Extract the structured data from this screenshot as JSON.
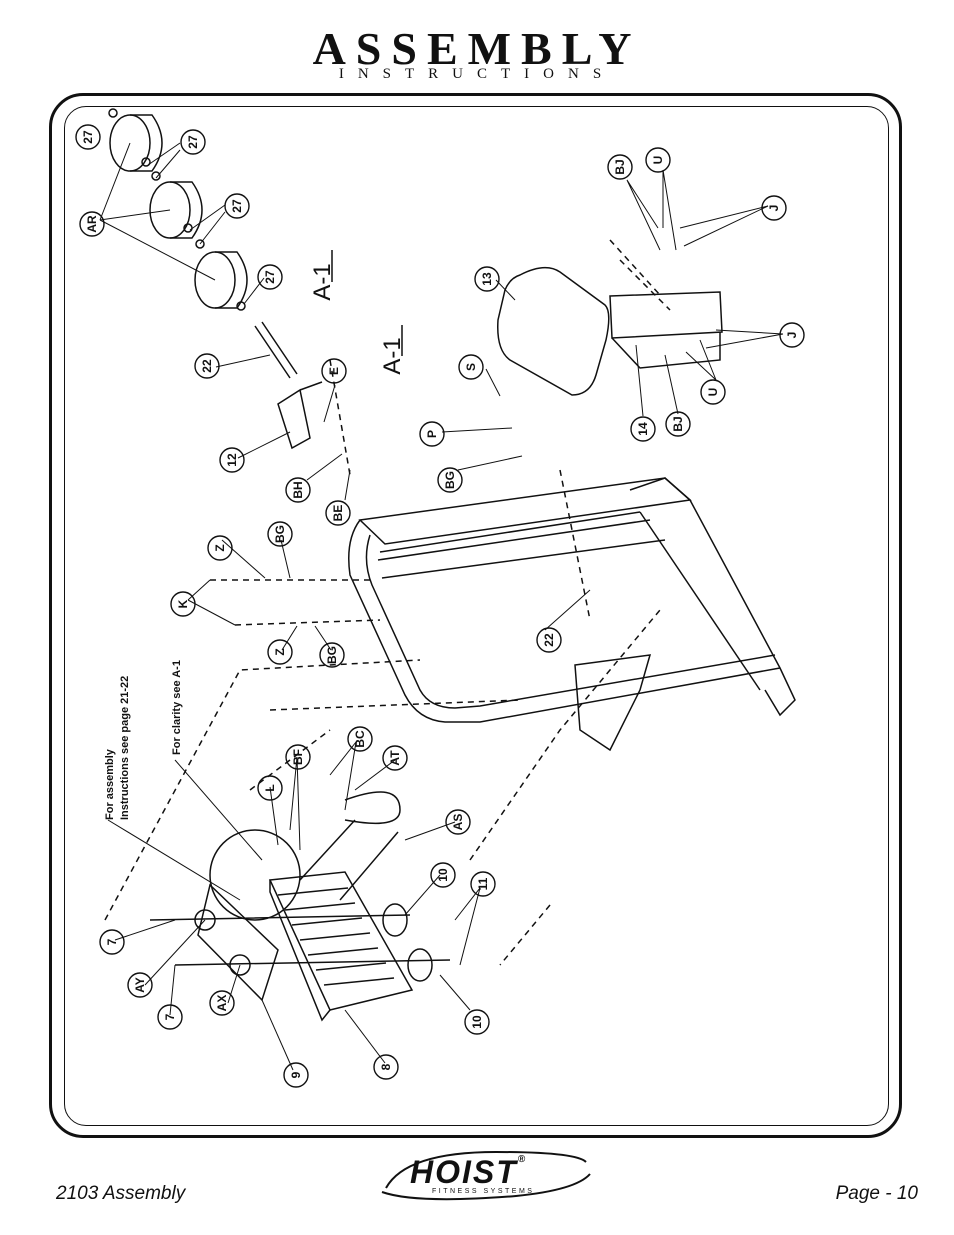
{
  "header": {
    "title": "ASSEMBLY",
    "subtitle": "INSTRUCTIONS"
  },
  "footer": {
    "left": "2103 Assembly",
    "right": "Page - 10"
  },
  "logo": {
    "word": "HOIST",
    "registered": "®",
    "sub": "FITNESS SYSTEMS"
  },
  "callouts": {
    "c27a": "27",
    "c27b": "27",
    "c27c": "27",
    "c27d": "27",
    "ar": "AR",
    "c22a": "22",
    "c12": "12",
    "e": "E",
    "bh": "BH",
    "be": "BE",
    "s": "S",
    "p": "P",
    "bg1": "BG",
    "c13": "13",
    "bj1": "BJ",
    "u1": "U",
    "j1": "J",
    "j2": "J",
    "u2": "U",
    "bj2": "BJ",
    "c14": "14",
    "z1": "Z",
    "bg2": "BG",
    "k": "K",
    "z2": "Z",
    "bg3": "BG",
    "c22b": "22",
    "l": "L",
    "bf": "BF",
    "bc": "BC",
    "at": "AT",
    "as": "AS",
    "c10a": "10",
    "c11": "11",
    "c10b": "10",
    "c7a": "7",
    "ay": "AY",
    "c7b": "7",
    "ax": "AX",
    "c9": "9",
    "c8": "8"
  },
  "labels": {
    "a1_top": "A-1",
    "a1_mid": "A-1",
    "note1_line1": "For assembly",
    "note1_line2": "Instructions see page 21-22",
    "note2": "For clarity see A-1"
  }
}
